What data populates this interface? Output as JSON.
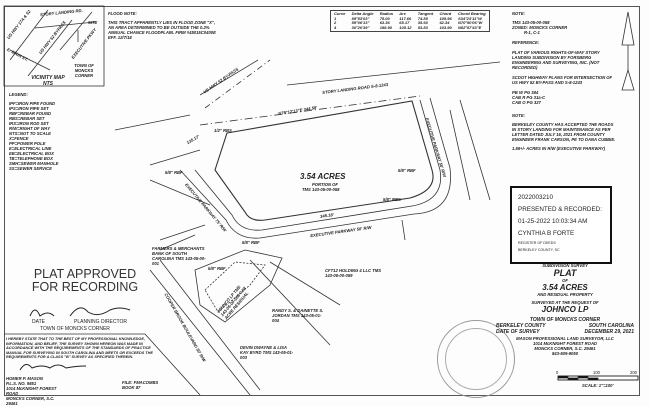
{
  "vicinity_map": {
    "title": "VICINITY MAP",
    "scale": "NTS",
    "roads": [
      "US HWY 17A & 52",
      "STORY LANDING RD.",
      "US HWY 52 BYPASS",
      "E. MAIN ST.",
      "EXECUTIVE PKWY",
      "SITE"
    ],
    "town": "TOWN OF MONCKS CORNER"
  },
  "flood_note": {
    "title": "FLOOD NOTE:",
    "text": "THIS TRACT APPARENTLY LIES IN FLOOD ZONE \"X\", AN AREA DETERMINED TO BE OUTSIDE THE 0.2% ANNUAL CHANCE FLOODPLAIN. FIRM #45015C0400E EFF. 12/7/18"
  },
  "curve_table": {
    "headers": [
      "Curve",
      "Delta Angle",
      "Radius",
      "Arc",
      "Tangent",
      "Chord",
      "Chord Bearing"
    ],
    "rows": [
      [
        "1",
        "89°53'03\"",
        "75.00",
        "117.66",
        "74.85",
        "105.96",
        "S34°23'11\"W"
      ],
      [
        "2",
        "59°06'13\"",
        "63.36",
        "65.17",
        "35.60",
        "62.34",
        "N70°50'06\"W"
      ],
      [
        "4",
        "30°20'39\"",
        "198.90",
        "105.12",
        "53.83",
        "103.90",
        "N82°57'43\"E"
      ]
    ]
  },
  "legend": {
    "title": "LEGEND:",
    "items": [
      "IPF=IRON PIPE FOUND",
      "IPS=IRON PIPE SET",
      "RBF=REBAR FOUND",
      "RBS=REBAR SET",
      "IRS=IRON ROD SET",
      "R/W=RIGHT OF WAY",
      "NTS=NOT TO SCALE",
      "X=FENCE",
      "PP=POWER POLE",
      "E=ELECTRICAL LINE",
      "EB=ELECTRICAL BOX",
      "TB=TELEPHONE BOX",
      "SMH=SEWER MANHOLE",
      "SS=SEWER SERVICE"
    ]
  },
  "notes": {
    "title": "NOTE:",
    "tms": "TMS 143-05-00-058",
    "zoned": "ZONED: MONCKS CORNER",
    "zoning": "R-1, C-1"
  },
  "reference": {
    "title": "REFERENCE:",
    "items": [
      "PLAT OF VARIOUS RIGHTS-OF-WAY STORY LANDING SUBDIVISION BY FORSBERG ENGINEERING AND SURVEYING, INC. (NOT RECORDED)",
      "SCDOT HIGHWAY PLANS FOR INTERSECTION OF US HWY 52 BY-PASS AND S-8-1243"
    ],
    "books": [
      "PB W PG 384",
      "CAB R PG 31a-C",
      "CAB O PG 327"
    ]
  },
  "note2": {
    "title": "NOTE:",
    "text": "BERKELEY COUNTY HAS ACCEPTED THE ROADS IN STORY LANDING FOR MAINTENANCE AS PER LETTER DATED JULY 16, 2021 FROM COUNTY ENGINEER FRANK CARSON, PE TO DANA CUBBIE.",
    "acres_rw": "1.59+/- ACRES IN R/W (EXECUTIVE PARKWAY)"
  },
  "recording": {
    "number": "2022003210",
    "status": "PRESENTED & RECORDED:",
    "datetime": "01-25-2022 10:03:34 AM",
    "register": "CYNTHIA B FORTE",
    "office": "REGISTER OF DEEDS",
    "county": "BERKELEY COUNTY, SC"
  },
  "map": {
    "area": "3.54 ACRES",
    "portion": "PORTION OF",
    "tms": "TMS 143-05-00-058",
    "road_north": "STORY LANDING ROAD S-8-1243",
    "road_east": "EXECUTIVE PARKWAY 50' R/W",
    "road_south": "EXECUTIVE PARKWAY 50' R/W",
    "road_west": "EXECUTIVE PARKWAY 75' R/W",
    "bypass": "US HWY 52 BY-PASS",
    "cooper": "COOPER BROOK BOULEVARD 50' R/W",
    "north_call": "N79°12'13\"E 344.58'",
    "south_call": "345.18'",
    "west_call": "135.17'",
    "markers": [
      "1/2\" RBS",
      "5/8\" RBF",
      "5/8\" RBF",
      "5/8\" RBS",
      "5/8\" RBF",
      "5/8\" RBF"
    ],
    "owners": [
      "FARMERS & MERCHANTS BANK OF SOUTH CAROLINA TMS 143-05-00-001",
      "CFT12 HOLDING 4 LLC TMS 143-05-00-059",
      "RANDY S. & DAINETTE S. JORDAN TMS 143-05-01-004",
      "DEVIN DWAYNE & LISA KAY BYRD TMS 143-05-01-003",
      "JOHNCO LP TMS 143-05-00-058 0.58 ACRE RESIDUAL"
    ]
  },
  "approval": {
    "line1": "PLAT APPROVED",
    "line2": "FOR RECORDING",
    "date_label": "DATE",
    "director_label": "PLANNING DIRECTOR",
    "town": "TOWN OF MONCKS CORNER"
  },
  "certification": {
    "text": "I HEREBY STATE THAT TO THE BEST OF MY PROFESSIONAL KNOWLEDGE, INFORMATION, AND BELIEF, THE SURVEY SHOWN HEREON WAS MADE IN ACCORDANCE WITH THE REQUIREMENTS OF THE STANDARDS OF PRACTICE MANUAL FOR SURVEYING IN SOUTH CAROLINA AND MEETS OR EXCEEDS THE REQUIREMENTS FOR A CLASS \"B\" SURVEY AS SPECIFIED THEREIN.",
    "surveyor": "HOMER P. MASON",
    "pls": "P.L.S. NO. 9851",
    "address1": "1014 McKNIGHT FOREST ROAD",
    "address2": "MONCKS CORNER, S.C. 29461",
    "file": "FILE: FMACOMBS",
    "book": "BOOK 87"
  },
  "title_block": {
    "type": "SUBDIVISION SURVEY",
    "plat": "PLAT",
    "of": "OF",
    "acres": "3.54 ACRES",
    "residual": "AND RESIDUAL PROPERTY",
    "requested": "SURVEYED AT THE REQUEST OF",
    "client": "JOHNCO LP",
    "town": "TOWN OF MONCKS CORNER",
    "county": "BERKELEY COUNTY",
    "state": "SOUTH CAROLINA",
    "date_label": "DATE OF SURVEY",
    "date": "DECEMBER 29, 2021",
    "firm": "MASON PROFESSIONAL LAND SURVEYOR, LLC",
    "firm_address1": "1014 McKNIGHT FOREST ROAD",
    "firm_address2": "MONCKS CORNER, S.C. 29461",
    "phone": "843-509-9050",
    "scale_ticks": [
      "0",
      "100",
      "200"
    ],
    "scale": "SCALE: 1\"=100'"
  }
}
